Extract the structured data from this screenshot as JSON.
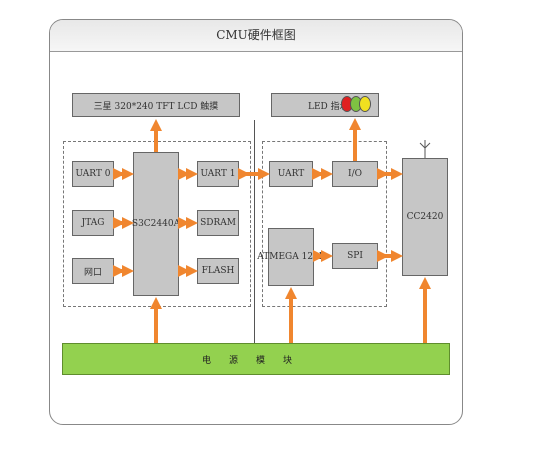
{
  "title": "CMU硬件框图",
  "blocks": {
    "lcd": "三星 320*240 TFT LCD 触摸",
    "led": "LED 指示",
    "uart0": "UART 0",
    "jtag": "JTAG",
    "netport": "网口",
    "soc": "S3C2440A",
    "uart1": "UART 1",
    "sdram": "SDRAM",
    "flash": "FLASH",
    "uart_right": "UART",
    "io": "I/O",
    "atmega": "ATMEGA 128L",
    "spi": "SPI",
    "cc2420": "CC2420",
    "power": "电源模块"
  },
  "colors": {
    "arrow": "#f0862f",
    "power": "#93d14f",
    "block": "#c6c6c6",
    "led_red": "#e02020",
    "led_green": "#7ec242",
    "led_yellow": "#f0e020"
  }
}
